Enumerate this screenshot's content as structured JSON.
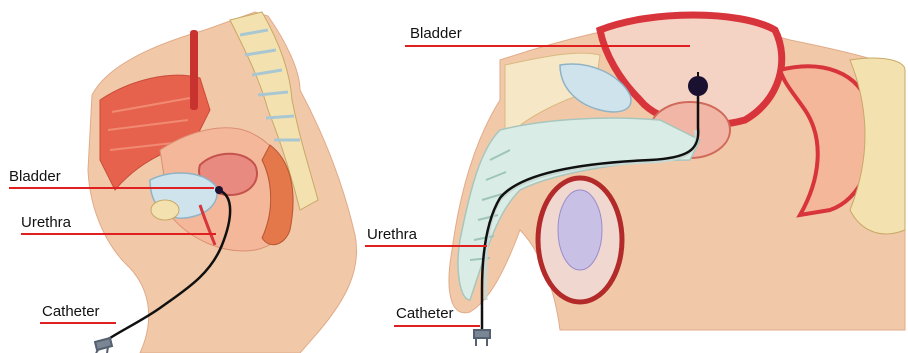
{
  "colors": {
    "leader_line": "#e02020",
    "catheter": "#101010",
    "catheter_tip": "#1a1030",
    "skin": "#f2c9a8",
    "tissue": "#f4b79a",
    "muscle": "#e7624c",
    "bladder_wall": "#d8343b",
    "cavity_blue": "#cfe3ec",
    "bone": "#f3e2b0",
    "fat": "#f6e7c7"
  },
  "female": {
    "labels": {
      "bladder": "Bladder",
      "urethra": "Urethra",
      "catheter": "Catheter"
    },
    "image_icon": "female-pelvis-sagittal-model"
  },
  "male": {
    "labels": {
      "bladder": "Bladder",
      "urethra": "Urethra",
      "catheter": "Catheter"
    },
    "image_icon": "male-pelvis-sagittal-model"
  }
}
